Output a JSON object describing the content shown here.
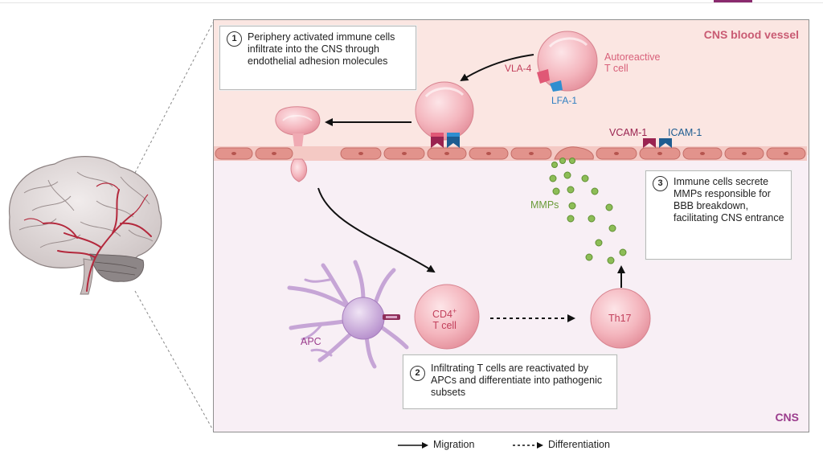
{
  "regions": {
    "vessel_label": "CNS blood vessel",
    "cns_label": "CNS"
  },
  "steps": [
    {
      "number": "1",
      "text": "Periphery activated immune cells infiltrate into the CNS through endothelial adhesion molecules"
    },
    {
      "number": "2",
      "text": "Infiltrating T cells are reactivated by APCs and differentiate into pathogenic subsets"
    },
    {
      "number": "3",
      "text": "Immune cells secrete MMPs responsible for BBB breakdown, facilitating CNS entrance"
    }
  ],
  "labels": {
    "vla4": "VLA-4",
    "lfa1": "LFA-1",
    "autoreactive_line1": "Autoreactive",
    "autoreactive_line2": "T cell",
    "vcam1": "VCAM-1",
    "icam1": "ICAM-1",
    "mmps": "MMPs",
    "apc": "APC",
    "cd4_line1": "CD4",
    "cd4_sup": "+",
    "cd4_line2": "T cell",
    "th17": "Th17"
  },
  "legend": {
    "migration": "Migration",
    "differentiation": "Differentiation"
  },
  "colors": {
    "vessel_bg": "#fbe6e2",
    "cns_bg": "#f8eff5",
    "endothelium": "#e2938c",
    "cell_pink": "#f3b6bd",
    "apc_purple": "#c6a5d6",
    "mmp_green": "#8dbd57",
    "vcam_color": "#9a2350",
    "icam_color": "#1e5d91",
    "cns_label": "#9b3d8d"
  }
}
